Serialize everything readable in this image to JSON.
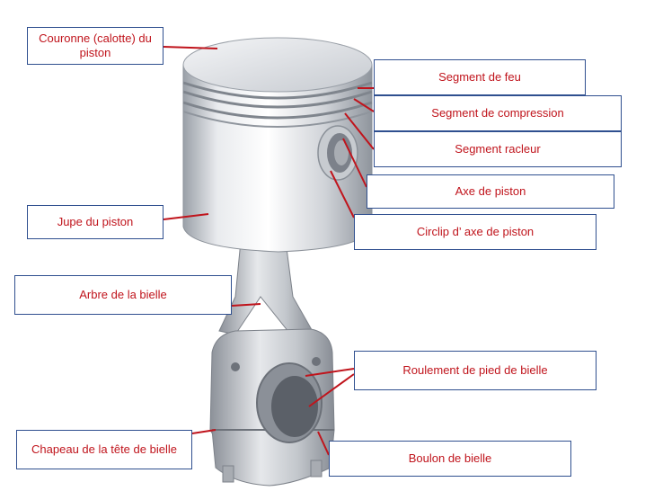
{
  "labels": {
    "couronne": "Couronne (calotte) du piston",
    "segment_feu": "Segment de feu",
    "segment_compression": "Segment de compression",
    "segment_racleur": "Segment racleur",
    "axe_piston": "Axe de piston",
    "jupe_piston": "Jupe du piston",
    "circlip": "Circlip d’ axe de piston",
    "arbre_bielle": "Arbre de la bielle",
    "roulement_pied": "Roulement de pied de bielle",
    "chapeau_tete": "Chapeau de la tête de bielle",
    "boulon_bielle": "Boulon de bielle"
  },
  "colors": {
    "label_text": "#c0141c",
    "label_border": "#2f4f8f",
    "leader_line": "#c0141c",
    "piston_metal": "#c9ccd1",
    "rod_metal": "#b9bcc2"
  }
}
